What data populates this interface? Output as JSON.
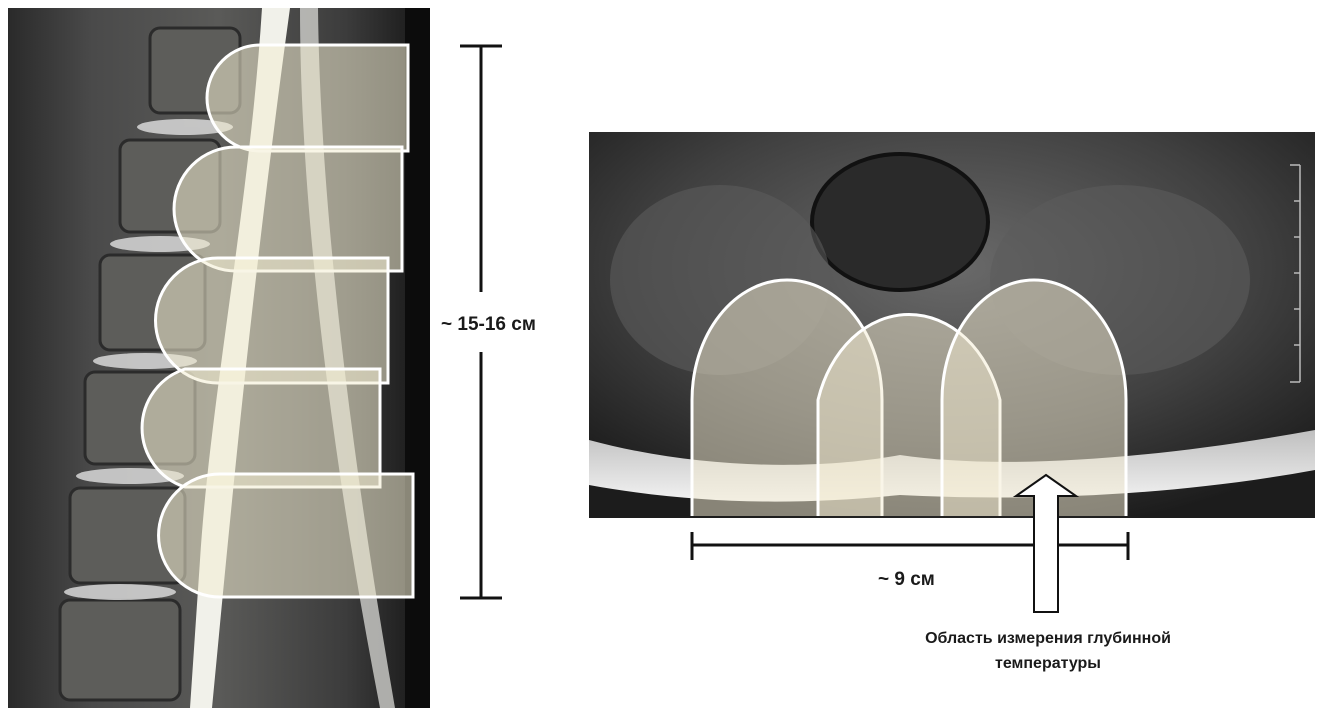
{
  "sagittal": {
    "height_label": "~ 15-16 см"
  },
  "axial": {
    "width_label": "~ 9 см"
  },
  "annotation": {
    "line1": "Область измерения глубинной",
    "line2": "температуры"
  },
  "colors": {
    "overlay_fill": "#f3ecd2",
    "overlay_stroke": "#ffffff",
    "measure_line": "#111111",
    "background": "#ffffff"
  }
}
